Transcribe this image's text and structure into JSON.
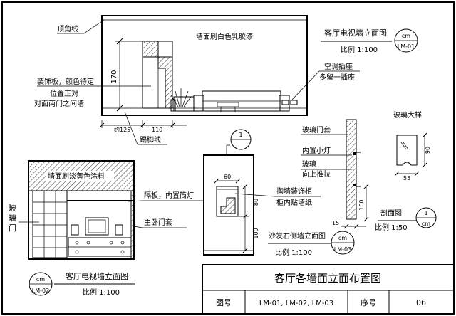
{
  "view1": {
    "title": "客厅电视墙立面图",
    "scale": "比例 1:100",
    "badge_top": "cm",
    "badge_bottom": "LM-01",
    "wall_paint": "墙面刷白色乳胶漆",
    "crown_molding": "顶角线",
    "deco_panel": "装饰板，颜色待定",
    "position_note_1": "位置正对",
    "position_note_2": "对面两门之间墙",
    "ac_socket": "空调插座",
    "extra_socket": "多留一插座",
    "skirting": "踢脚线",
    "dim_height": "170",
    "dim_left": "约125",
    "dim_width": "110"
  },
  "view2": {
    "title": "客厅电视墙立面图",
    "scale": "比例 1:100",
    "badge_top": "cm",
    "badge_bottom": "LM-02",
    "wall_paint": "墙面刷淡黄色涂料",
    "glass_door": [
      "玻",
      "璃",
      "门"
    ],
    "partition": "隔板，内置筒灯",
    "bedroom_door": "主卧门套"
  },
  "view3": {
    "title": "沙发右侧墙立面图",
    "scale": "比例 1:100",
    "badge_top": "cm",
    "badge_bottom": "LM-03",
    "marker": "1",
    "glass_door_frame": "玻璃门套",
    "small_light": "内置小灯",
    "glass": "玻璃",
    "push_up": "向上推拉",
    "cabinet_1": "掏墙装饰柜",
    "cabinet_2": "柜内贴墙纸",
    "dim_60": "60",
    "dim_80": "80",
    "dim_100": "100",
    "dim_15": "15",
    "dim_100_right": "100"
  },
  "glass_detail": {
    "title": "玻璃大样",
    "dim_90": "90",
    "dim_55": "55"
  },
  "section": {
    "title": "剖面图",
    "scale": "比例 1:50",
    "badge_top": "1",
    "badge_bottom": "cm"
  },
  "title_block": {
    "title": "客厅各墙面立面布置图",
    "drawing_no_label": "图号",
    "drawing_no": "LM-01, LM-02, LM-03",
    "seq_label": "序号",
    "seq": "06"
  }
}
